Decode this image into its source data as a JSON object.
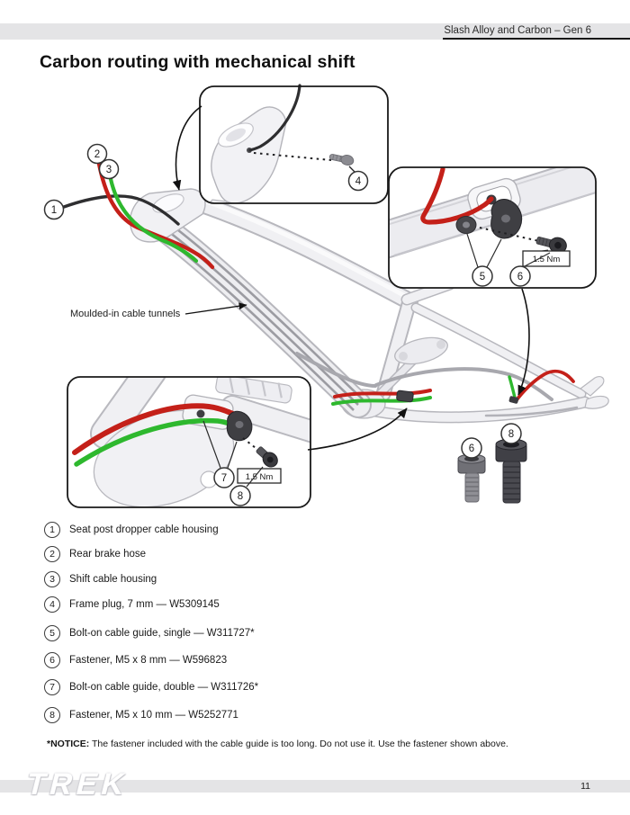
{
  "header": {
    "product": "Slash Alloy and Carbon – Gen 6"
  },
  "page": {
    "title": "Carbon routing with mechanical shift",
    "number": "11"
  },
  "diagram": {
    "tunnels_label": "Moulded-in cable tunnels",
    "torque_label_1": "1.5 Nm",
    "torque_label_2": "1.5 Nm",
    "callouts": {
      "c1": "1",
      "c2": "2",
      "c3": "3",
      "c4": "4",
      "c5": "5",
      "c6": "6",
      "c7": "7",
      "c8": "8"
    }
  },
  "legend": {
    "items": [
      {
        "number": "1",
        "text": "Seat post dropper cable housing"
      },
      {
        "number": "2",
        "text": "Rear brake hose"
      },
      {
        "number": "3",
        "text": "Shift cable housing"
      },
      {
        "number": "4",
        "text": "Frame plug, 7 mm — W5309145"
      },
      {
        "number": "5",
        "text": "Bolt-on cable guide, single — W311727*"
      },
      {
        "number": "6",
        "text": "Fastener, M5 x 8 mm — W596823"
      },
      {
        "number": "7",
        "text": "Bolt-on cable guide, double — W311726*"
      },
      {
        "number": "8",
        "text": "Fastener, M5 x 10 mm — W5252771"
      }
    ]
  },
  "notice": {
    "label": "*NOTICE:",
    "text": " The fastener included with the cable guide is too long. Do not use it. Use the fastener shown above."
  },
  "footer": {
    "logo": "TREK"
  },
  "colors": {
    "cable_red": "#c42019",
    "cable_green": "#2eb82e",
    "cable_black": "#2e2e30",
    "frame_fill": "#f0f0f3",
    "frame_stroke": "#b7b7bd",
    "band_gray": "#e4e4e6"
  }
}
